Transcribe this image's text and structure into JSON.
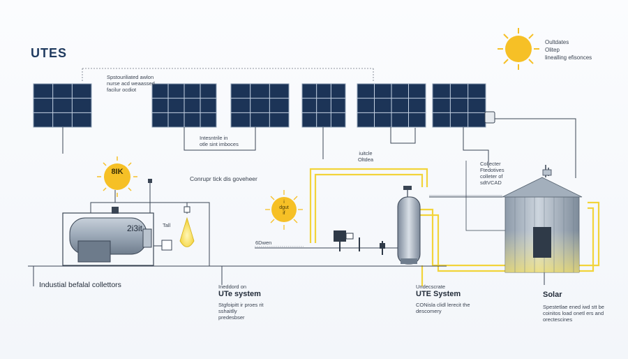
{
  "title": "UTES",
  "panel_note_lines": [
    "Spstouriliated awlon",
    "nurse acd weaassed",
    "facilur ocdiot"
  ],
  "sun_note_lines": [
    "Oultdates",
    "Olitep",
    "linealling efisonces"
  ],
  "middle_note_lines": [
    "Intesntrile in",
    "otle sint imboces"
  ],
  "conv_label": "Conrupr tick dis goveheer",
  "pipe_note_lines": [
    "iuitcle",
    "Oltdea"
  ],
  "collector_note_lines": [
    "Collecter",
    "Ftedotives",
    "colleter of",
    "sdtVCAD"
  ],
  "boiler_badge": "8IK",
  "tank_label": "2i3it",
  "small_label_tall": "Tall",
  "sun_mid_lines": [
    "i",
    "dgut",
    "if"
  ],
  "pipe_label": "6Dwen",
  "left_section": "Industial befalal collettors",
  "section_a": {
    "kicker": "Ineddord on",
    "heading": "UTe system",
    "lines": [
      "Stgfoipitt ir proes rit",
      "sshaitlly",
      "predesbser"
    ]
  },
  "section_b": {
    "kicker": "Undecscrate",
    "heading": "UTE System",
    "lines": [
      "CONisla clidl lerecit the",
      "descomery"
    ]
  },
  "section_c": {
    "heading": "Solar",
    "lines": [
      "Spestetlae ened iwd stt be",
      "coinitos load onetl ers and orectescines"
    ]
  },
  "colors": {
    "panel": "#1c3457",
    "panel_grid": "#c5d2e3",
    "pipe_yellow": "#f2d43a",
    "sun": "#f6c026",
    "steel": "#9aa6b4",
    "line": "#3a4554",
    "title": "#1f3a5f"
  }
}
